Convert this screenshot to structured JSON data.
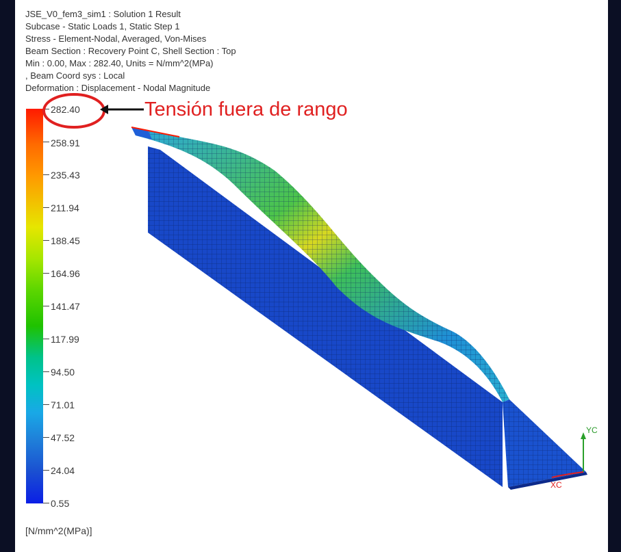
{
  "header": {
    "lines": [
      "JSE_V0_fem3_sim1 : Solution 1 Result",
      "Subcase - Static Loads 1, Static Step 1",
      "Stress - Element-Nodal, Averaged, Von-Mises",
      "Beam Section : Recovery Point C, Shell Section : Top",
      "Min : 0.00, Max : 282.40, Units = N/mm^2(MPa)",
      ", Beam Coord sys : Local",
      "Deformation : Displacement - Nodal Magnitude"
    ]
  },
  "legend": {
    "values": [
      "282.40",
      "258.91",
      "235.43",
      "211.94",
      "188.45",
      "164.96",
      "141.47",
      "117.99",
      "94.50",
      "71.01",
      "47.52",
      "24.04",
      "0.55"
    ],
    "units": "[N/mm^2(MPa)]"
  },
  "annotation": {
    "text": "Tensión fuera de rango",
    "color": "#e02020"
  },
  "triad": {
    "y_label": "YC",
    "x_label": "XC"
  },
  "colors": {
    "mesh_base": "#1546c8",
    "mesh_line": "#0a2060",
    "max_stress": "#ff1a00",
    "background_frame": "#0b0f24"
  }
}
